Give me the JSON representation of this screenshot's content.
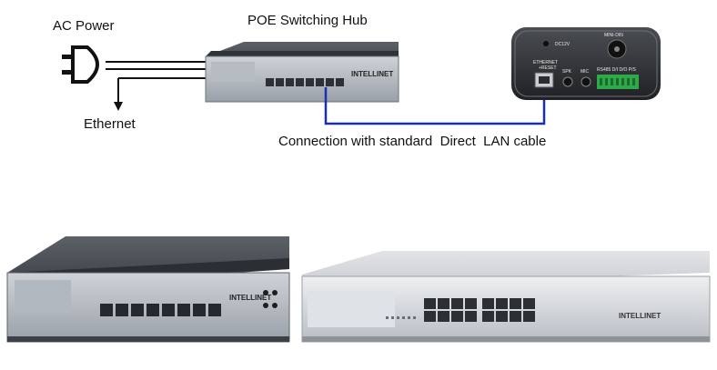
{
  "labels": {
    "ac_power": "AC Power",
    "poe_hub": "POE Switching Hub",
    "ethernet": "Ethernet",
    "connection": "Connection with standard  Direct  LAN cable"
  },
  "device_text": {
    "switch_brand": "INTELLINET",
    "camera_ethernet": "ETHERNET",
    "camera_reset": "+RESET",
    "camera_dc": "DC12V",
    "camera_minidin": "MINI-DIN",
    "camera_spk": "SPK",
    "camera_mic": "MIC",
    "camera_terminals": "RS485  D/I  D/O  P/S"
  },
  "colors": {
    "cable_blue": "#1a2fb0",
    "line_black": "#111111",
    "terminal_green": "#2eaa4a"
  }
}
